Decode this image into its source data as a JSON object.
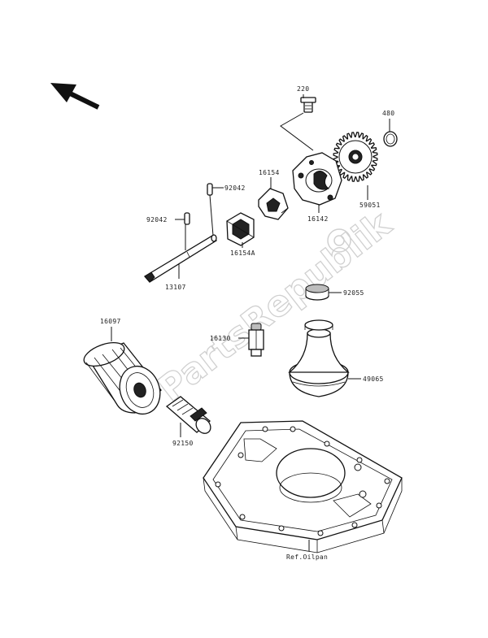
{
  "colors": {
    "line": "#111111",
    "label": "#222222",
    "watermark": "#d0d0d0"
  },
  "watermark": {
    "text": "PartsRepublik"
  },
  "labels": {
    "p220": "220",
    "p480": "480",
    "p92042a": "92042",
    "p92042b": "92042",
    "p16154": "16154",
    "p16154a": "16154A",
    "p16142": "16142",
    "p59051": "59051",
    "p13107": "13107",
    "p92055": "92055",
    "p16097": "16097",
    "p16130": "16130",
    "p49065": "49065",
    "p92150": "92150",
    "ref": "Ref.Oilpan"
  }
}
